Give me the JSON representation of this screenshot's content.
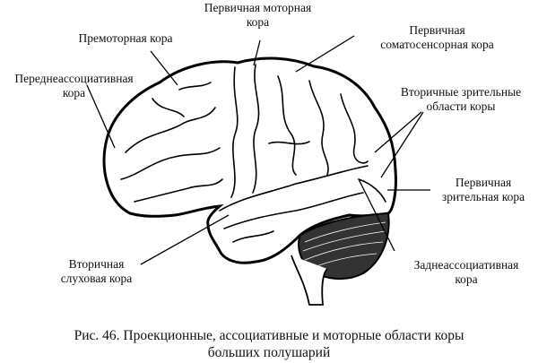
{
  "labels": {
    "primary_motor": [
      "Первичная моторная",
      "кора"
    ],
    "premotor": [
      "Премоторная кора"
    ],
    "primary_somatosensory": [
      "Первичная",
      "соматосенсорная кора"
    ],
    "anterior_associative": [
      "Переднеассоциативная",
      "кора"
    ],
    "secondary_visual": [
      "Вторичные зрительные",
      "области коры"
    ],
    "primary_visual": [
      "Первичная",
      "зрительная кора"
    ],
    "secondary_auditory": [
      "Вторичная",
      "слуховая кора"
    ],
    "posterior_associative": [
      "Заднеассоциативная",
      "кора"
    ]
  },
  "caption": {
    "line1": "Рис. 46. Проекционные, ассоциативные и моторные области коры",
    "line2": "больших полушарий"
  }
}
